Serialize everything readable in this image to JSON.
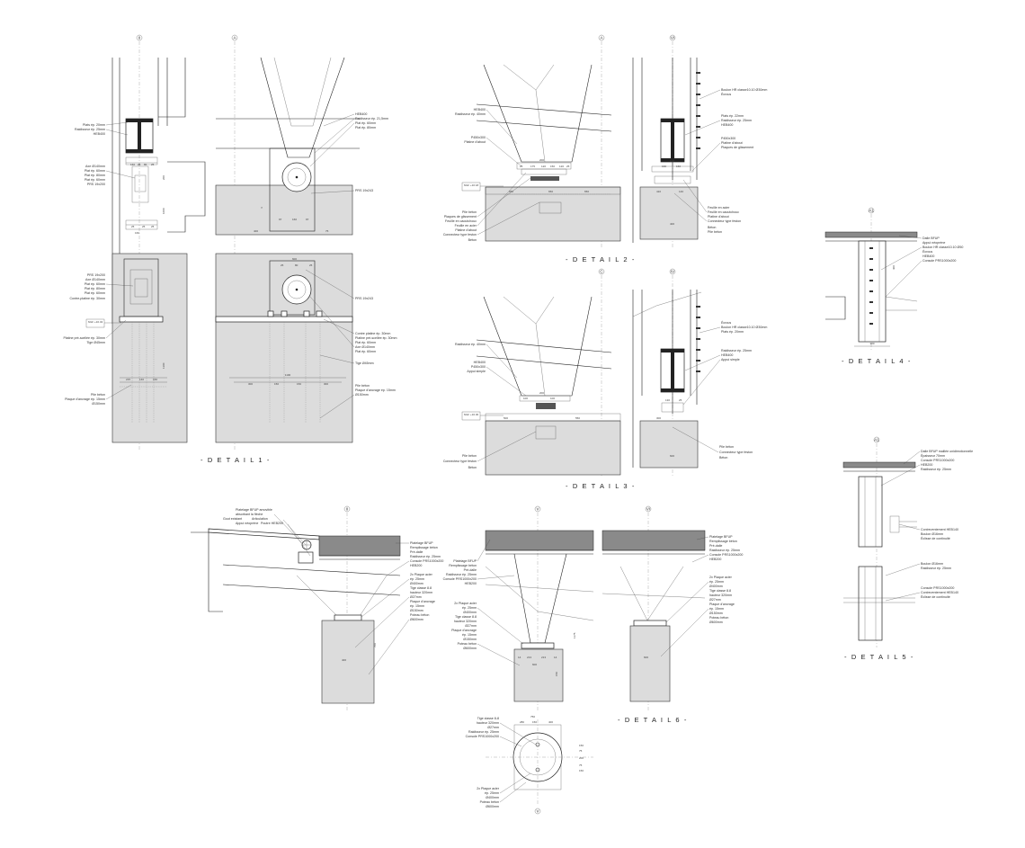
{
  "titles": {
    "d1": "- D E T A I L  1 -",
    "d2": "- D E T A I L  2 -",
    "d3": "- D E T A I L  3 -",
    "d4": "- D E T A I L  4 -",
    "d5": "- D E T A I L  5 -",
    "d6": "- D E T A I L  6 -"
  },
  "axes": {
    "d1_left": "II",
    "d1_right": "A",
    "d2_left": "A",
    "d2_right": "VI",
    "d3_left": "C",
    "d3_right": "IV",
    "d4": "A1",
    "d5": "A1",
    "d6_a": "II",
    "d6_b": "V",
    "d6_c": "VI",
    "d6_plan": "V"
  },
  "levels": {
    "d1": "NGF\n+16.43",
    "d2": "NGF\n+16.18",
    "d3": "NGF\n+16.30"
  },
  "labels": {
    "d1_left": [
      "Plats ép. 20mm",
      "Raidisseur ép. 25mm",
      "HEB400",
      "Axe Ø140mm",
      "Plat ép. 60mm",
      "Plat ép. 80mm",
      "Plat ép. 60mm",
      "PRS 19x200",
      "PRS 19x200",
      "Axe Ø140mm",
      "Plat ép. 60mm",
      "Plat ép. 80mm",
      "Plat ép. 60mm",
      "Contre-platine ép. 30mm",
      "Platine pré-scellée ép. 30mm",
      "Tige Ø45mm",
      "Pile béton",
      "Plaque d'ancrage ép. 15mm",
      "Ø150mm"
    ],
    "d1_right": [
      "HEB400",
      "Raidisseur ép. 21,5mm",
      "Plat ép. 60mm",
      "Plat ép. 80mm",
      "PRS 19x243",
      "PRS 19x243",
      "Contre platine ép. 30mm",
      "Platine pré-scellée ép. 30mm",
      "Plat ép. 60mm",
      "Axe Ø140mm",
      "Plat ép. 60mm",
      "Tige Ø45mm",
      "Pile béton",
      "Plaque d'ancrage ép. 15mm",
      "Ø150mm"
    ],
    "d2_left": [
      "HEB400",
      "Raidisseur ép. 40mm",
      "P450x300",
      "Platine d'about",
      "Pile béton",
      "Plaques de glissement",
      "Feuille en caoutchouc",
      "Feuille en acier",
      "Platine d'about",
      "Connecteur type feston",
      "Béton"
    ],
    "d2_right": [
      "Boulon HR classe10.10 Ø30mm",
      "Écrous",
      "Plats ép. 22mm",
      "Raidisseur ép. 25mm",
      "HEB400",
      "P450x300",
      "Platine d'about",
      "Plaques de glissement",
      "Feuille en acier",
      "Feuille en caoutchouc",
      "Platine d'about",
      "Connecteur type feston",
      "Béton",
      "Pile béton"
    ],
    "d3_left": [
      "Raidisseur ép. 40mm",
      "HEB400",
      "P450x300",
      "Appui simple",
      "Pile béton",
      "Connecteur type feston",
      "Béton"
    ],
    "d3_right": [
      "Écrous",
      "Boulon HR classe10.10 Ø30mm",
      "Plats ép. 20mm",
      "Raidisseur ép. 25mm",
      "HEB400",
      "Appui simple",
      "Pile béton",
      "Connecteur type feston",
      "Béton"
    ],
    "d4": [
      "Dalle BFUP",
      "Appui néoprène",
      "Boulon HR classe10.10 Ø50",
      "Écrous",
      "HEB400",
      "Console PRS1000x200"
    ],
    "d5": [
      "Dalle BFUP maillée unidirectionnelle",
      "Épaisseur 70mm",
      "Console PRS1000x200",
      "HEB200",
      "Raidisseur ép. 25mm",
      "Contreventement HEB140",
      "Boulon Ø16mm",
      "Éclisse de continuité",
      "Boulon Ø16mm",
      "Raidisseur ép. 25mm",
      "Console PRS1000x200",
      "Contreventement HEB140",
      "Éclisse de continuité"
    ],
    "d6_top": [
      "Platelage BFUP amovible",
      "absorbant la flèche",
      "Articulation",
      "Appui néoprène",
      "Poutre HEB200",
      "Gout existant"
    ],
    "d6_mid": [
      "Platelage BFUP",
      "Remplissage béton",
      "Pré-dalle",
      "Raidisseur ép. 25mm",
      "Console PRS1000x200",
      "HEB200",
      "2x Plaque acier",
      "ép. 25mm",
      "Ø400mm",
      "Tige classe 8.8",
      "hauteur 320mm",
      "Ø27mm",
      "Plaque d'ancrage",
      "ép. 15mm",
      "Ø150mm",
      "Poteau béton",
      "Ø600mm"
    ],
    "d6_left": [
      "Platelage BFUP",
      "Remplissage béton",
      "Pré-dalle",
      "Raidisseur ép. 25mm",
      "Console PRS1000x200",
      "HEB200",
      "2x Plaque acier",
      "ép. 25mm",
      "Ø400mm",
      "Tige classe 8.8",
      "hauteur 320mm",
      "Ø27mm",
      "Plaque d'ancrage",
      "ép. 15mm",
      "Ø150mm",
      "Poteau béton",
      "Ø600mm"
    ],
    "d6_right": [
      "Platelage BFUP",
      "Remplissage béton",
      "Pré-dalle",
      "Raidisseur ép. 25mm",
      "Console PRS1000x200",
      "HEB200",
      "2x Plaque acier",
      "ép. 25mm",
      "Ø400mm",
      "Tige classe 8.8",
      "hauteur 320mm",
      "Ø27mm",
      "Plaque d'ancrage",
      "ép. 15mm",
      "Ø150mm",
      "Poteau béton",
      "Ø600mm"
    ],
    "d6_plan": [
      "Tige classe 8-8",
      "hauteur 320mm",
      "Ø27mm",
      "Raidisseur ép. 25mm",
      "Console PRS1000x200",
      "2x Plaque acier",
      "ép. 25mm",
      "Ø400mm",
      "Poteau béton",
      "Ø600mm"
    ]
  },
  "dims": {
    "d1": [
      "160",
      "25",
      "80",
      "25",
      "25",
      "130",
      "25",
      "80",
      "25",
      "160",
      "200",
      "1000",
      "160",
      "215",
      "4",
      "140",
      "1100",
      "300",
      "150",
      "150",
      "300",
      "400",
      "1100",
      "97",
      "160",
      "97",
      "25",
      "80",
      "25",
      "600",
      "75"
    ],
    "d2": [
      "200",
      "25",
      "25",
      "650",
      "175",
      "120",
      "150",
      "120",
      "175",
      "650",
      "650",
      "100",
      "160",
      "160",
      "10",
      "100",
      "25",
      "410",
      "140",
      "25",
      "125",
      "400"
    ],
    "d3": [
      "100",
      "100",
      "200",
      "500",
      "550",
      "130",
      "25",
      "300",
      "600",
      "100",
      "400",
      "100",
      "150",
      "75"
    ],
    "d4": [
      "380",
      "400",
      "300"
    ],
    "d6": [
      "150",
      "75",
      "200",
      "75",
      "150",
      "750",
      "600",
      "14",
      "213",
      "213",
      "14",
      "1175",
      "150",
      "280",
      "150",
      "400",
      "400",
      "600",
      "700"
    ]
  }
}
